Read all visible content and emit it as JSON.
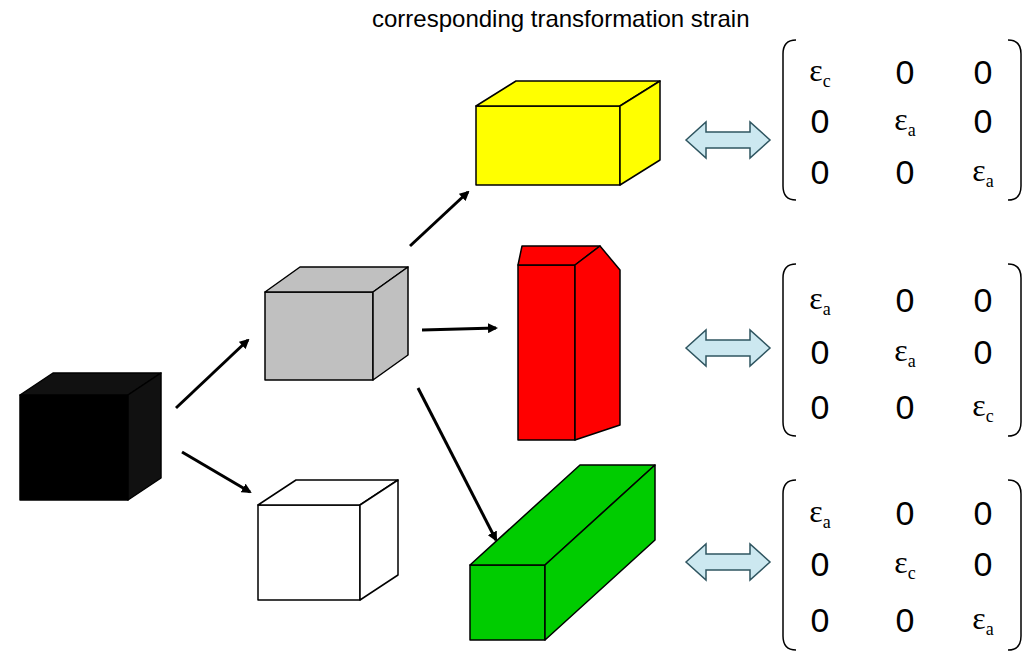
{
  "diagram": {
    "title": "corresponding transformation strain",
    "labels": [
      "εc",
      "0",
      "0",
      "0",
      "εa",
      "0",
      "0",
      "0",
      "εa",
      "εa",
      "0",
      "0",
      "0",
      "εa",
      "0",
      "0",
      "0",
      "εc",
      "εa",
      "0",
      "0",
      "0",
      "εc",
      "0",
      "0",
      "0",
      "εa"
    ]
  }
}
